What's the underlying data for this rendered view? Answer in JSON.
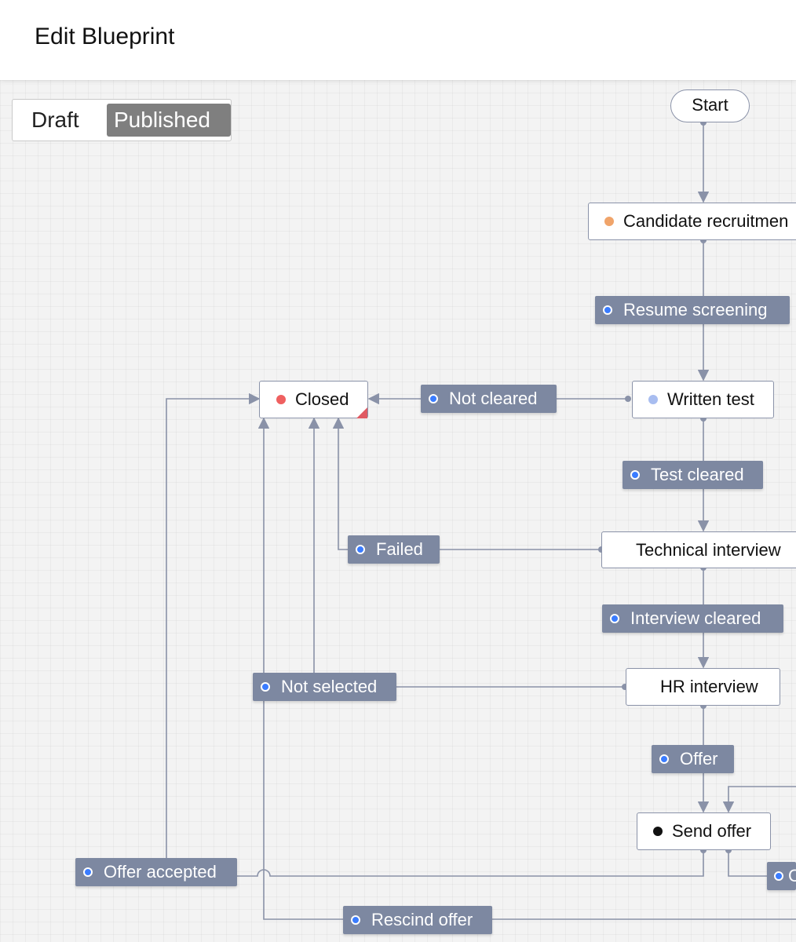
{
  "header": {
    "title": "Edit Blueprint"
  },
  "toggle": {
    "draft_label": "Draft",
    "published_label": "Published",
    "selected": "Published"
  },
  "start": {
    "label": "Start"
  },
  "states": {
    "candidate_recruitment": {
      "label": "Candidate recruitmen",
      "dot_color": "#f0a46a"
    },
    "written_test": {
      "label": "Written test",
      "dot_color": "#a8bdf0"
    },
    "closed": {
      "label": "Closed",
      "dot_color": "#ef6060"
    },
    "technical_interview": {
      "label": "Technical interview"
    },
    "hr_interview": {
      "label": "HR interview"
    },
    "send_offer": {
      "label": "Send offer",
      "dot_color": "#111111"
    }
  },
  "transitions": {
    "resume_screening": {
      "label": "Resume screening"
    },
    "not_cleared": {
      "label": "Not cleared"
    },
    "test_cleared": {
      "label": "Test cleared"
    },
    "failed": {
      "label": "Failed"
    },
    "interview_cleared": {
      "label": "Interview cleared"
    },
    "not_selected": {
      "label": "Not selected"
    },
    "offer": {
      "label": "Offer"
    },
    "offer_accepted": {
      "label": "Offer accepted"
    },
    "rescind_offer": {
      "label": "Rescind offer"
    },
    "partial": {
      "label": "C"
    }
  },
  "colors": {
    "connector": "#8a92a8",
    "transition_bg": "#7d88a1",
    "transition_dot": "#3a7cff",
    "closed_flag": "#e05a63"
  }
}
